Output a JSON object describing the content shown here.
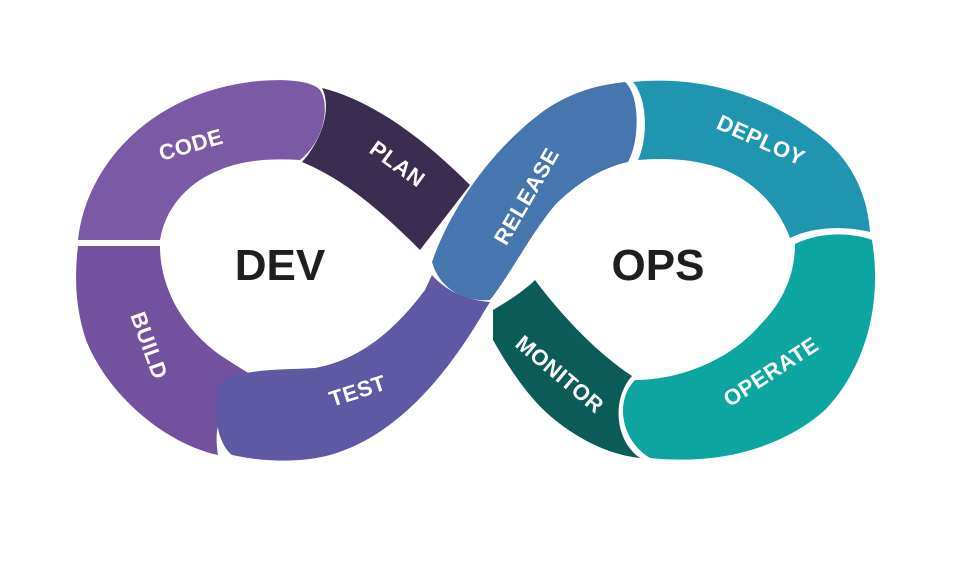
{
  "diagram": {
    "hub_left": "DEV",
    "hub_right": "OPS",
    "segments": {
      "code": {
        "label": "CODE",
        "color": "#7a5aa4"
      },
      "plan": {
        "label": "PLAN",
        "color": "#3b2c52"
      },
      "build": {
        "label": "BUILD",
        "color": "#72529e"
      },
      "test": {
        "label": "TEST",
        "color": "#5f58a3"
      },
      "release": {
        "label": "RELEASE",
        "color": "#4676ad"
      },
      "deploy": {
        "label": "DEPLOY",
        "color": "#1f95b0"
      },
      "operate": {
        "label": "OPERATE",
        "color": "#0ca5a0"
      },
      "monitor": {
        "label": "MONITOR",
        "color": "#0b5b56"
      }
    }
  }
}
